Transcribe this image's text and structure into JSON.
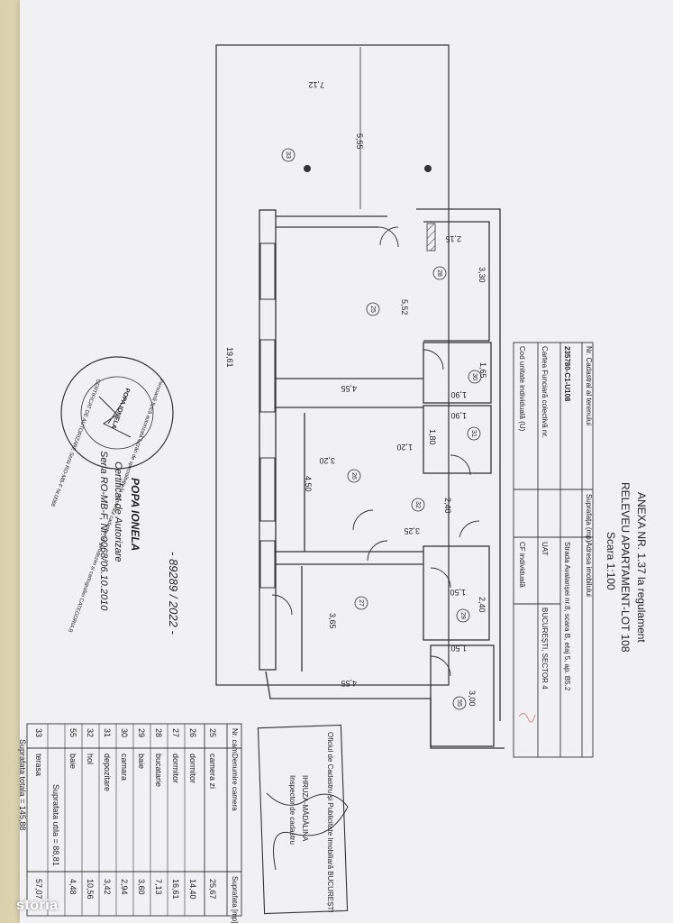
{
  "document": {
    "annex_line": "ANEXA NR. 1.37 la regulament",
    "title": "RELEVEU APARTAMENT-LOT 108",
    "scale": "Scara 1:100"
  },
  "cadastral_table": {
    "r1c1": "Nr. Cadastral al terenului",
    "r1c2": "Suprafața (mp)",
    "r1c3": "Adresa imobilului",
    "r2c1": "235780-C1-U108",
    "r2c3": "Strada Avalanșei nr.8, scara B, etaj 5, ap. B5.2",
    "r3c1": "Cartea Funciară colectivă nr.",
    "r3c3": "UAT",
    "r3c4": "BUCUREȘTI, SECTOR 4",
    "r4c1": "Cod unitate individuală (U)",
    "r4c3": "CF individuală"
  },
  "plan": {
    "dimensions": [
      "7,12",
      "5,55",
      "19,61",
      "2,15",
      "3,30",
      "5,52",
      "4,55",
      "1,65",
      "1,90",
      "1,90",
      "1,80",
      "1,20",
      "3,20",
      "4,50",
      "2,40",
      "3,25",
      "1,50",
      "2,40",
      "3,65",
      "4,55",
      "1,50",
      "3,00"
    ],
    "room_numbers": [
      "33",
      "28",
      "25",
      "30",
      "31",
      "26",
      "32",
      "29",
      "27",
      "55"
    ]
  },
  "rooms_table": {
    "headers": [
      "Nr. cam.",
      "Denumire camera",
      "Suprafata [mp]"
    ],
    "rows": [
      [
        "25",
        "camera zi",
        "25,67"
      ],
      [
        "26",
        "dormitor",
        "14,40"
      ],
      [
        "27",
        "dormitor",
        "16,61"
      ],
      [
        "28",
        "bucatarie",
        "7,13"
      ],
      [
        "29",
        "baie",
        "3,60"
      ],
      [
        "30",
        "camara",
        "2,94"
      ],
      [
        "31",
        "depozitare",
        "3,42"
      ],
      [
        "32",
        "hol",
        "10,56"
      ],
      [
        "55",
        "baie",
        "4,48"
      ]
    ],
    "useful_area": "Suprafata utila = 88,81",
    "terrace_row": [
      "33",
      "terasa",
      "57,07"
    ],
    "total_area": "Suprafata totala = 145,88"
  },
  "seal": {
    "text": "Oficiul de Cadastru și Publicitate Imobiliară BUCUREȘTI",
    "name": "IHRUZA-MĂDĂLINA",
    "role": "Inspector de cadastru"
  },
  "certificate": {
    "name": "POPA IONELA",
    "title": "Certificat de Autorizare",
    "number": "Seria RO-MB-F, Nr.0068/06.10.2010",
    "stamp_text": "Persoană fizică autorizată lucrări de specialitate în domeniul cadastrului, geodeziei și cartografiei CATEGORIA B",
    "stamp_center": "POPA IONELA",
    "stamp_cert": "CERTIFICAT DE AUTORIZARE Seria RO-MB-F Nr.0068"
  },
  "handwriting": "- 89289 / 2022 -",
  "watermark": "storia"
}
